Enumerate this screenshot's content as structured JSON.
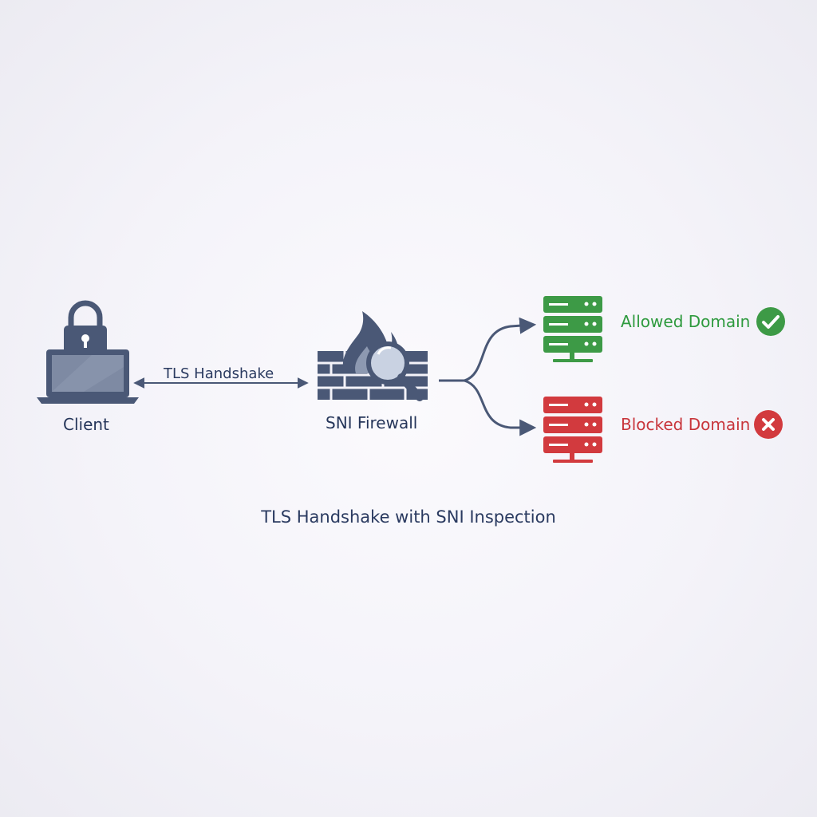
{
  "nodes": {
    "client": "Client",
    "firewall": "SNI Firewall",
    "allowed": "Allowed Domain",
    "blocked": "Blocked Domain"
  },
  "edges": {
    "handshake": "TLS Handshake"
  },
  "caption": "TLS Handshake with SNI Inspection",
  "colors": {
    "primary": "#4a5876",
    "allowed": "#3d9a46",
    "blocked": "#d23a3e",
    "text": "#26365a"
  },
  "icons": {
    "client": "laptop-lock-icon",
    "firewall": "brick-wall-fire-magnifier-icon",
    "allowed_server": "server-stack-icon",
    "blocked_server": "server-stack-icon",
    "allowed_status": "check-circle-icon",
    "blocked_status": "x-circle-icon"
  }
}
